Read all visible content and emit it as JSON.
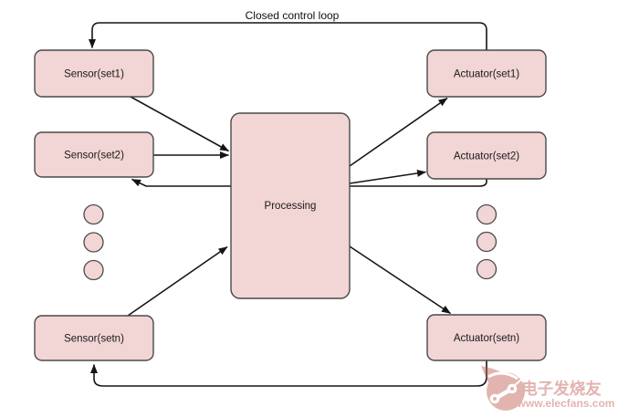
{
  "diagram": {
    "loop_label": "Closed control loop",
    "nodes": {
      "sensor1": "Sensor(set1)",
      "sensor2": "Sensor(set2)",
      "sensorn": "Sensor(setn)",
      "processing": "Processing",
      "actuator1": "Actuator(set1)",
      "actuator2": "Actuator(set2)",
      "actuatorn": "Actuator(setn)"
    },
    "edges": [
      {
        "from": "Sensor(set1)",
        "to": "Processing"
      },
      {
        "from": "Sensor(set2)",
        "to": "Processing"
      },
      {
        "from": "Sensor(setn)",
        "to": "Processing"
      },
      {
        "from": "Processing",
        "to": "Actuator(set1)"
      },
      {
        "from": "Processing",
        "to": "Actuator(set2)"
      },
      {
        "from": "Processing",
        "to": "Actuator(setn)"
      },
      {
        "from": "Actuator(set1)",
        "to": "Sensor(set1)",
        "label": "Closed control loop"
      },
      {
        "from": "Actuator(set2)",
        "to": "Sensor(set2)"
      },
      {
        "from": "Actuator(setn)",
        "to": "Sensor(setn)"
      }
    ],
    "colors": {
      "node_fill": "#f2d5d5",
      "node_border": "#4a4a4a",
      "arrow": "#151515",
      "watermark": "#c05a52"
    }
  },
  "watermark": {
    "brand": "电子发烧友",
    "site": "www.elecfans.com",
    "logo": "pcb-pad-icon"
  }
}
